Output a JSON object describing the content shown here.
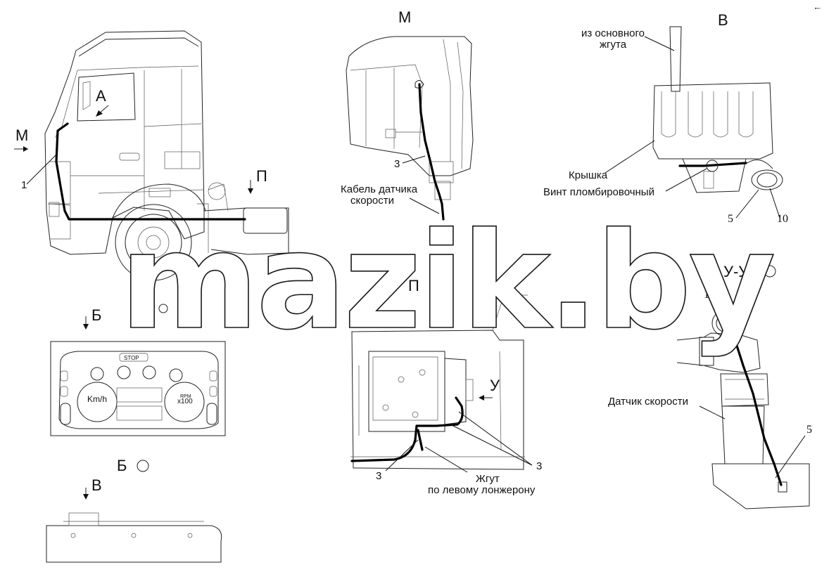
{
  "views": {
    "m_title": "М",
    "v_title": "В",
    "u_title": "У-У",
    "a_title": "А",
    "b_title": "Б",
    "p_arrow": "П",
    "p_title": "П",
    "m_arrow": "М",
    "a_arrow": "А",
    "b_arrow": "Б",
    "v_arrow": "В",
    "u_arrow": "У"
  },
  "labels": {
    "from_main_harness": "из основного\nжгута",
    "cover": "Крышка",
    "seal_screw": "Винт пломбировочный",
    "speed_sensor_cable": "Кабель датчика\nскорости",
    "speed_sensor": "Датчик скорости",
    "harness_left_spar": "Жгут\nпо левому лонжерону"
  },
  "positions": {
    "pos1": "1",
    "pos3": "3",
    "pos5": "5",
    "pos10": "10"
  },
  "dashboard": {
    "stop": "STOP",
    "speed_unit": "Km/h",
    "rpm_unit": "RPM",
    "rpm_scale": "x100"
  },
  "watermark": "mazik.by",
  "colors": {
    "line": "#222222",
    "harness": "#000000",
    "background": "#ffffff"
  }
}
